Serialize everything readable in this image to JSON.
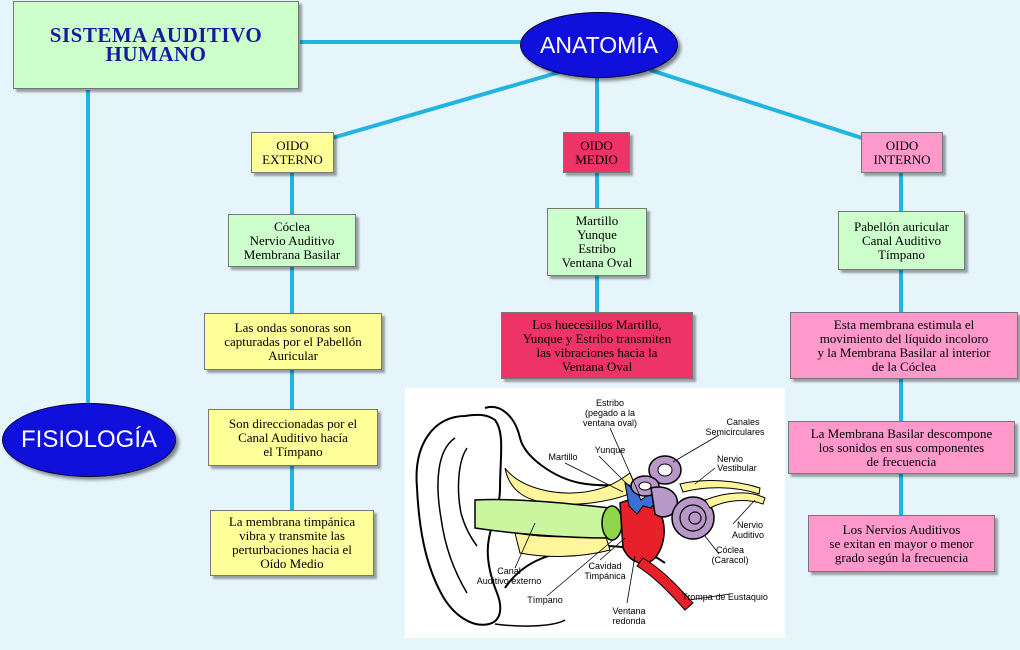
{
  "title": [
    "SISTEMA AUDITIVO",
    "HUMANO"
  ],
  "anatomia": "ANATOMÍA",
  "fisiologia": "FISIOLOGÍA",
  "columns": {
    "externo": {
      "header": [
        "OIDO",
        "EXTERNO"
      ],
      "parts": [
        "Cóclea",
        "Nervio Auditivo",
        "Membrana Basilar"
      ],
      "steps": [
        [
          "Las ondas sonoras son",
          "capturadas por el Pabellón",
          "Auricular"
        ],
        [
          "Son direccionadas por el",
          "Canal Auditivo hacía",
          "el Tímpano"
        ],
        [
          "La membrana timpánica",
          "vibra y transmite las",
          "perturbaciones hacia el",
          "Oído Medio"
        ]
      ]
    },
    "medio": {
      "header": [
        "OIDO",
        "MEDIO"
      ],
      "parts": [
        "Martillo",
        "Yunque",
        "Estribo",
        "Ventana Oval"
      ],
      "steps": [
        [
          "Los huecesillos Martillo,",
          "Yunque y Estribo transmiten",
          "las vibraciones hacia la",
          "Ventana Oval"
        ]
      ]
    },
    "interno": {
      "header": [
        "OIDO",
        "INTERNO"
      ],
      "parts": [
        "Pabellón auricular",
        "Canal Auditivo",
        "Tímpano"
      ],
      "steps": [
        [
          "Esta membrana estimula el",
          "movimiento del líquido incoloro",
          "y la Membrana Basilar al interior",
          "de la Cóclea"
        ],
        [
          "La Membrana Basilar descompone",
          "los sonidos en sus componentes",
          "de frecuencia"
        ],
        [
          "Los Nervios Auditivos",
          "se exitan en mayor o menor",
          "grado según la frecuencia"
        ]
      ]
    }
  },
  "ear_labels": {
    "estribo": [
      "Estribo",
      "(pegado a la",
      "ventana oval)"
    ],
    "canales": [
      "Canales",
      "Semicirculares"
    ],
    "yunque": "Yunque",
    "martillo": "Martillo",
    "nervio_vestibular": [
      "Nervio",
      "Vestibular"
    ],
    "nervio_auditivo": [
      "Nervio",
      "Auditivo"
    ],
    "coclea": [
      "Cóclea",
      "(Caracol)"
    ],
    "canal": [
      "Canal",
      "Auditivo externo"
    ],
    "cavidad": [
      "Cavidad",
      "Timpánica"
    ],
    "timpano": "Tímpano",
    "trompa": "Trompa de Eustaquio",
    "ventana": [
      "Ventana",
      "redonda"
    ]
  },
  "colors": {
    "background": "#e6f5fb",
    "connector": "#22b4e0",
    "oval": "#1010dd",
    "green": "#ccffcc",
    "yellow": "#ffff99",
    "red": "#ee3366",
    "pink": "#ff99cc"
  }
}
